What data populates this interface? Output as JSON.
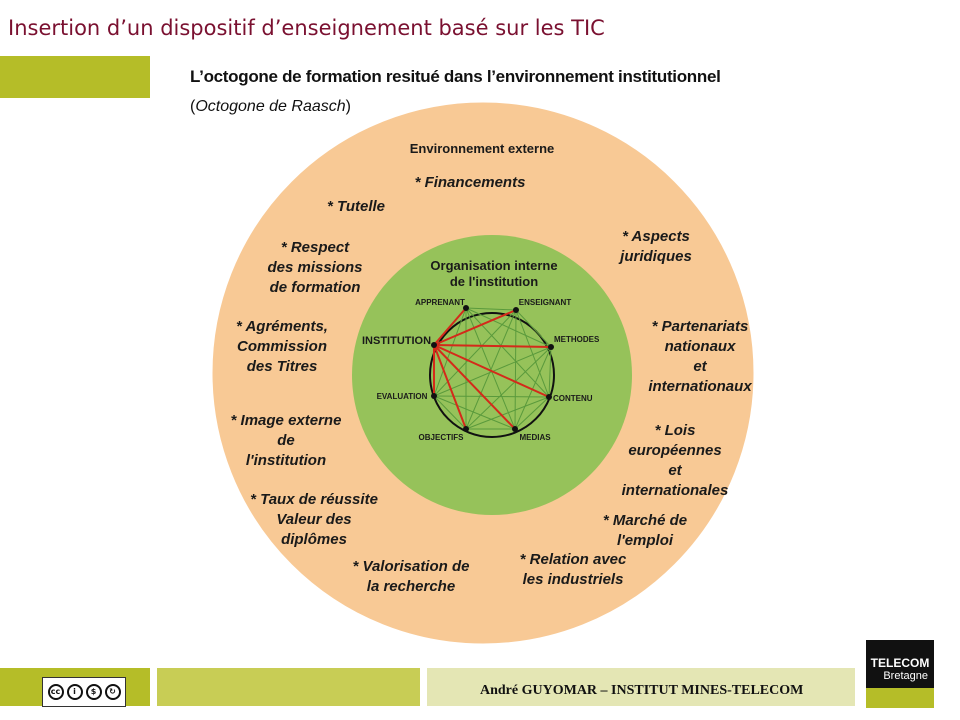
{
  "header": {
    "title": "Insertion d’un dispositif d’enseignement basé sur les TIC",
    "subtitle": "L’octogone de formation resitué dans l’environnement institutionnel",
    "subtitle2_open": "(",
    "subtitle2_italic": "Octogone de Raasch",
    "subtitle2_close": ")"
  },
  "diagram": {
    "outer_title": "Environnement externe",
    "inner_title_line1": "Organisation interne",
    "inner_title_line2": "de l'institution",
    "outer_labels": [
      [
        "* Financements"
      ],
      [
        "* Tutelle"
      ],
      [
        "* Respect",
        "des missions",
        "de formation"
      ],
      [
        "* Agréments,",
        "Commission",
        "des Titres"
      ],
      [
        "* Image externe",
        "de",
        "l'institution"
      ],
      [
        "* Taux de réussite",
        "Valeur des",
        "diplômes"
      ],
      [
        "* Valorisation de",
        "la recherche"
      ],
      [
        "* Relation avec",
        "les industriels"
      ],
      [
        "* Marché de",
        "l'emploi"
      ],
      [
        "* Lois",
        "européennes",
        "et",
        "internationales"
      ],
      [
        "* Partenariats",
        "nationaux",
        "et",
        "internationaux"
      ],
      [
        "* Aspects",
        "juridiques"
      ]
    ],
    "nodes": [
      "APPRENANT",
      "ENSEIGNANT",
      "METHODES",
      "CONTENU",
      "MEDIAS",
      "OBJECTIFS",
      "EVALUATION",
      "INSTITUTION"
    ],
    "colors": {
      "outer_ring": "#f8c995",
      "inner_disc": "#96c25a",
      "red_links": "#d42a1a",
      "green_links": "#5a9a3c"
    }
  },
  "footer": {
    "license": "CC BY NC SA",
    "author": "André GUYOMAR – INSTITUT MINES-TELECOM",
    "logo_line1": "TELECOM",
    "logo_line2": "Bretagne"
  }
}
